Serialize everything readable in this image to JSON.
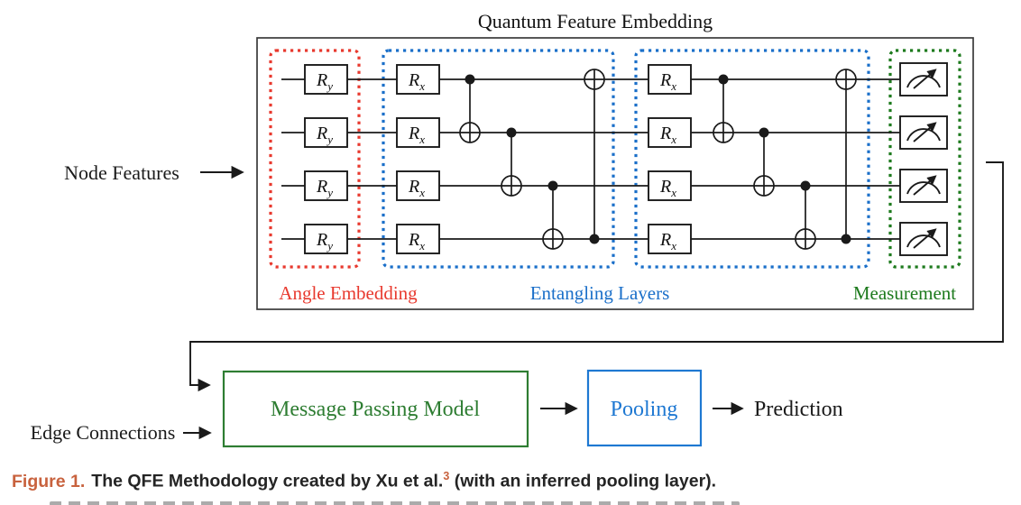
{
  "title": "Quantum Feature Embedding",
  "circuit": {
    "qubit_count": 4,
    "gate_symbol": "R",
    "ry_subscript": "y",
    "rx_subscript": "x",
    "entangling_blocks": 2,
    "cnot_pairs_per_block": [
      [
        1,
        2
      ],
      [
        2,
        3
      ],
      [
        3,
        4
      ],
      [
        4,
        1
      ]
    ],
    "sections": {
      "angle": {
        "label": "Angle Embedding",
        "color": "#e8392e"
      },
      "entangle": {
        "label": "Entangling Layers",
        "color": "#1a6fc9"
      },
      "measure": {
        "label": "Measurement",
        "color": "#1d7a1d"
      }
    }
  },
  "flow": {
    "node_features": "Node Features",
    "edge_connections": "Edge Connections",
    "message_passing": {
      "label": "Message Passing Model",
      "color": "#2e7d32"
    },
    "pooling": {
      "label": "Pooling",
      "color": "#1e78d2"
    },
    "prediction": "Prediction"
  },
  "caption": {
    "figure_label": "Figure 1.",
    "text": "The QFE Methodology created by Xu et al.",
    "superscript": "3",
    "text_end": " (with an inferred pooling layer).",
    "accent_color": "#c8623e"
  }
}
